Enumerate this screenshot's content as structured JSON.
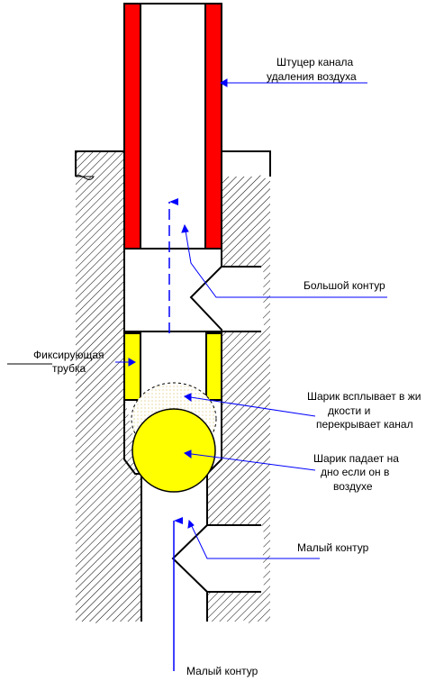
{
  "colors": {
    "tube_red": "#ff0000",
    "fixing_tube_yellow": "#ffff00",
    "ball_yellow": "#ffff00",
    "arrow_blue": "#0000ff",
    "outline": "#000000"
  },
  "labels": {
    "fitting_line1": "Штуцер канала",
    "fitting_line2": "удаления воздуха",
    "large_circuit": "Большой контур",
    "fixing_tube_line1": "Фиксирующая",
    "fixing_tube_line2": "трубка",
    "ball_floats_line1": "Шарик всплывает в жи",
    "ball_floats_line2": "дкости и",
    "ball_floats_line3": "перекрывает канал",
    "ball_falls_line1": "Шарик падает на",
    "ball_falls_line2": "дно если он в",
    "ball_falls_line3": "воздухе",
    "small_circuit_right": "Малый контур",
    "small_circuit_bottom": "Малый контур"
  }
}
